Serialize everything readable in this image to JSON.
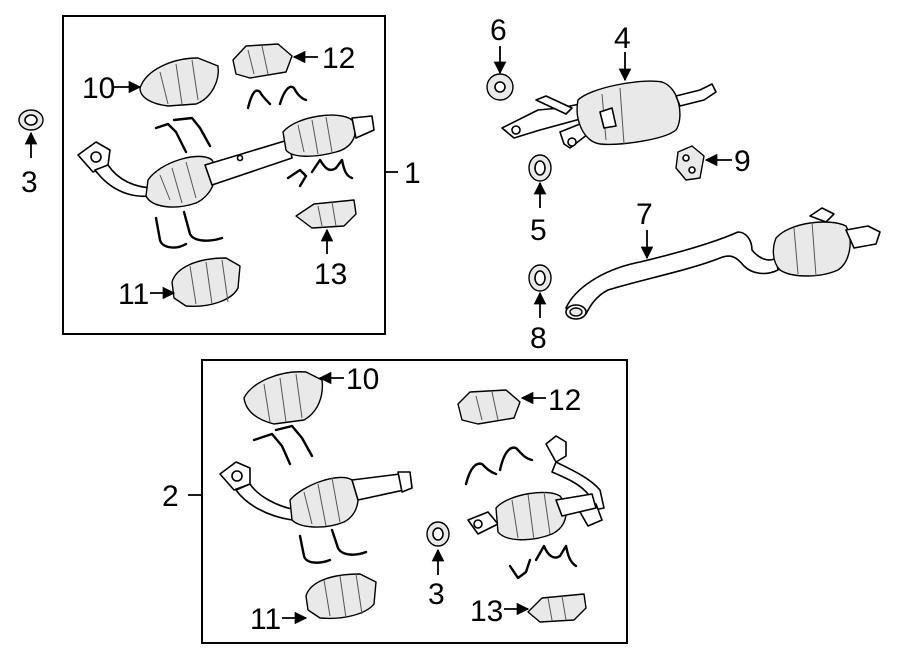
{
  "callouts": {
    "c1": "1",
    "c2": "2",
    "c3_left": "3",
    "c3_lower": "3",
    "c4": "4",
    "c5": "5",
    "c6": "6",
    "c7": "7",
    "c8": "8",
    "c9": "9",
    "c10_upper": "10",
    "c10_lower": "10",
    "c11_upper": "11",
    "c11_lower": "11",
    "c12_upper": "12",
    "c12_lower": "12",
    "c13_upper": "13",
    "c13_lower": "13"
  }
}
